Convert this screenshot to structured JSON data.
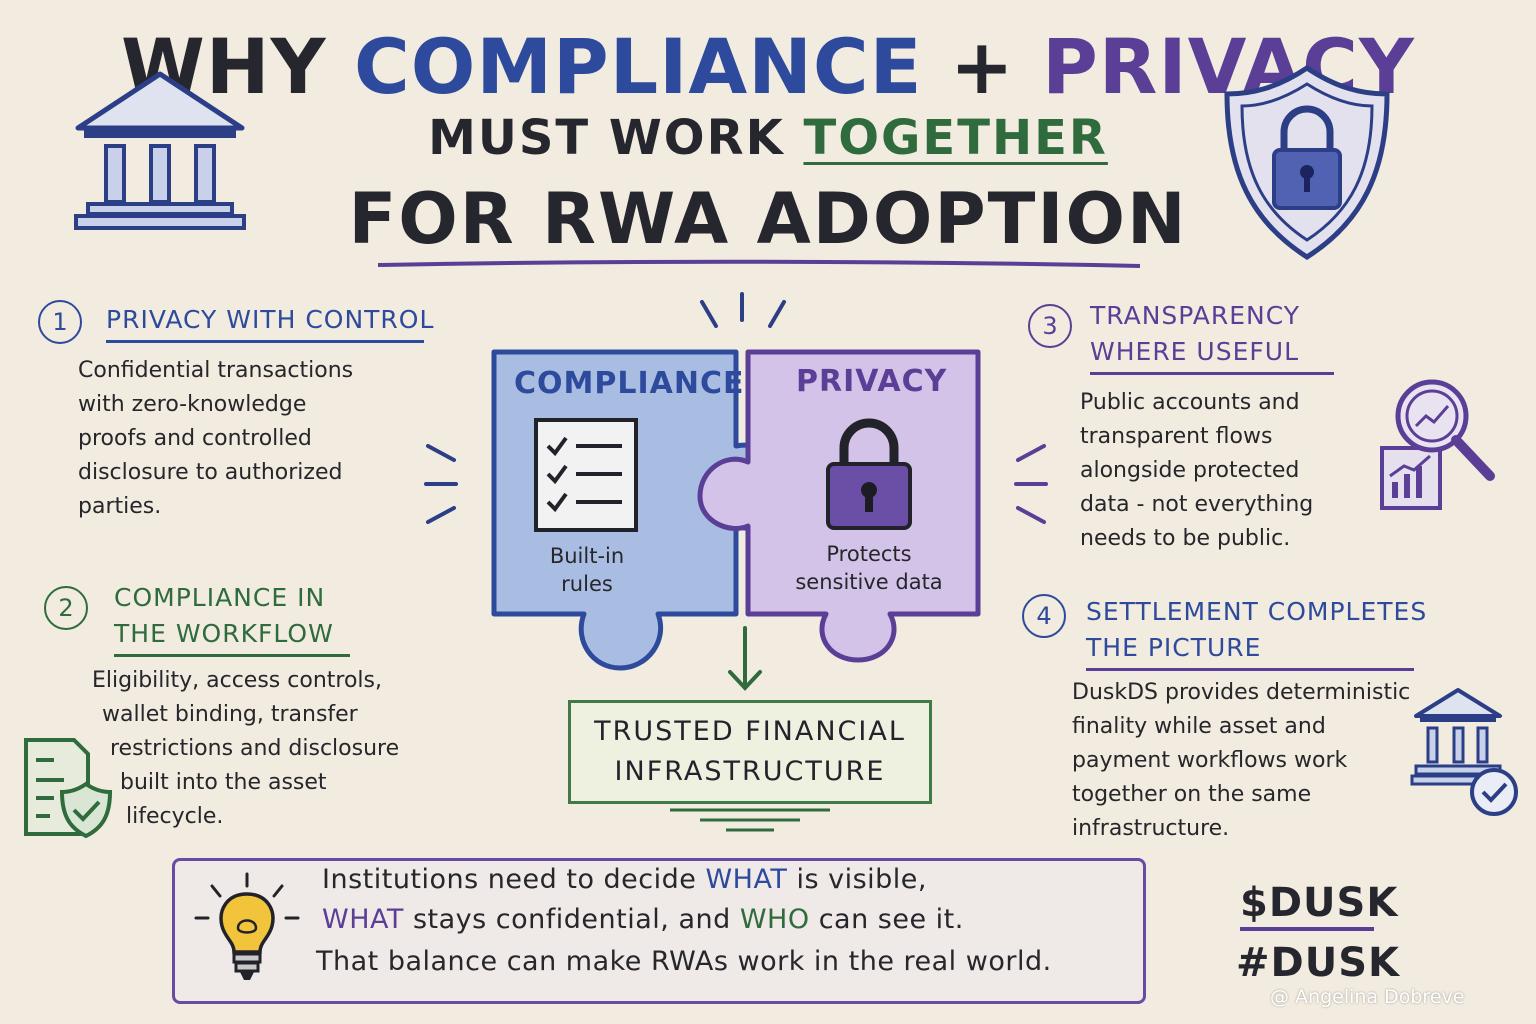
{
  "title": {
    "why": "WHY",
    "compliance": "COMPLIANCE",
    "plus": "+",
    "privacy": "PRIVACY",
    "must_work": "MUST WORK",
    "together": "TOGETHER",
    "line3": "FOR RWA ADOPTION"
  },
  "sections": [
    {
      "number": "1",
      "title": "PRIVACY WITH CONTROL",
      "body": [
        "Confidential transactions",
        "with zero-knowledge",
        "proofs and controlled",
        "disclosure to authorized",
        "parties."
      ]
    },
    {
      "number": "2",
      "title": [
        "COMPLIANCE IN",
        "THE WORKFLOW"
      ],
      "body": [
        "Eligibility, access controls,",
        "wallet binding, transfer",
        "restrictions and disclosure",
        "built into the asset",
        "lifecycle."
      ]
    },
    {
      "number": "3",
      "title": [
        "TRANSPARENCY",
        "WHERE USEFUL"
      ],
      "body": [
        "Public accounts and",
        "transparent flows",
        "alongside protected",
        "data - not everything",
        "needs to be public."
      ]
    },
    {
      "number": "4",
      "title": [
        "SETTLEMENT COMPLETES",
        "THE PICTURE"
      ],
      "body": [
        "DuskDS provides deterministic",
        "finality while asset and",
        "payment workflows work",
        "together on the same",
        "infrastructure."
      ]
    }
  ],
  "puzzle": {
    "left_label": "COMPLIANCE",
    "left_caption": [
      "Built-in",
      "rules"
    ],
    "right_label": "PRIVACY",
    "right_caption": [
      "Protects",
      "sensitive data"
    ]
  },
  "result": [
    "TRUSTED FINANCIAL",
    "INFRASTRUCTURE"
  ],
  "bottom": {
    "l1_a": "Institutions need to decide",
    "l1_b": "WHAT",
    "l1_c": "is visible,",
    "l2_a": "WHAT",
    "l2_b": "stays confidential, and",
    "l2_c": "WHO",
    "l2_d": "can see it.",
    "l3": "That balance can make RWAs work in the real world."
  },
  "tags": [
    "$DUSK",
    "#DUSK"
  ],
  "credit": "@ Angelina Dobreve",
  "colors": {
    "background": "#f1ebe0",
    "blue": "#2d4a9c",
    "purple": "#5b3e96",
    "green": "#2f6b3c",
    "compliance_fill": "#a9bde3",
    "privacy_fill": "#d4c3e8"
  },
  "icons": [
    "bank-icon",
    "shield-lock-icon",
    "checklist-icon",
    "padlock-icon",
    "analytics-magnifier-icon",
    "document-shield-icon",
    "bank-check-icon",
    "lightbulb-icon"
  ]
}
